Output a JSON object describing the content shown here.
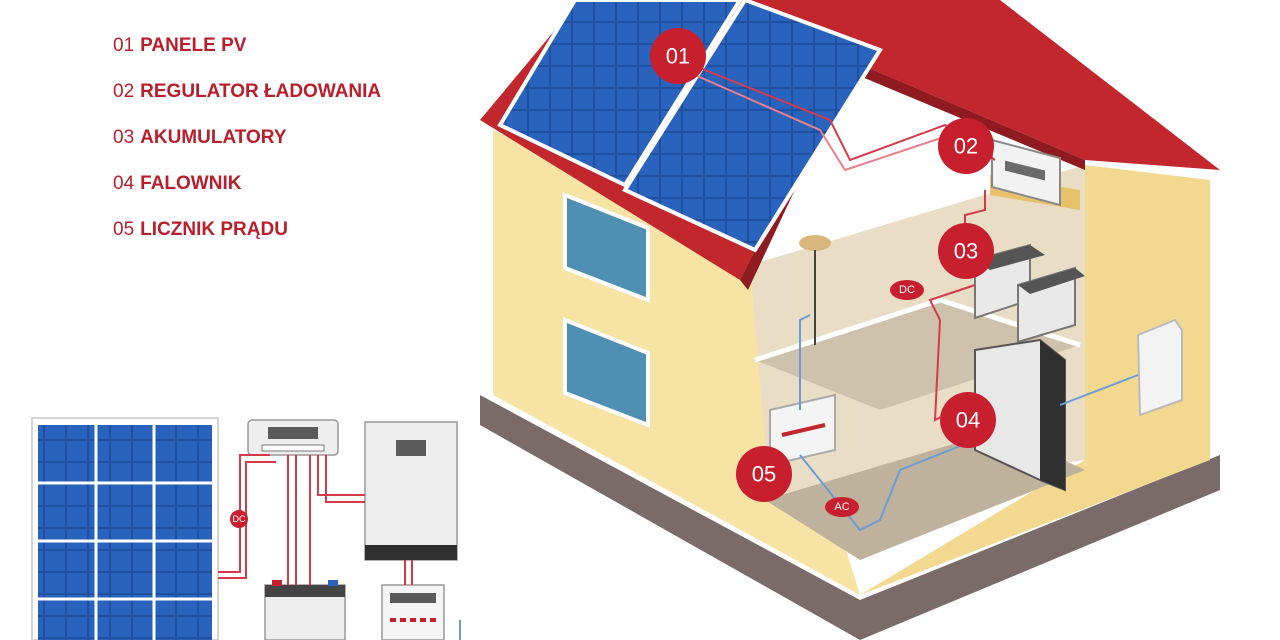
{
  "legend": [
    {
      "num": "01",
      "label": "PANELE PV"
    },
    {
      "num": "02",
      "label": "REGULATOR ŁADOWANIA"
    },
    {
      "num": "03",
      "label": "AKUMULATORY"
    },
    {
      "num": "04",
      "label": "FALOWNIK"
    },
    {
      "num": "05",
      "label": "LICZNIK PRĄDU"
    }
  ],
  "badges": {
    "b01": "01",
    "b02": "02",
    "b03": "03",
    "b04": "04",
    "b05": "05"
  },
  "tags": {
    "dc": "DC",
    "ac": "AC",
    "dc_small": "DC"
  },
  "colors": {
    "accent": "#b81e2c",
    "wall": "#f7e3a4",
    "roof": "#c2272d",
    "panel": "#1f4fa0",
    "dc_wire": "#d63a4a",
    "ac_wire": "#6b9bd6"
  }
}
